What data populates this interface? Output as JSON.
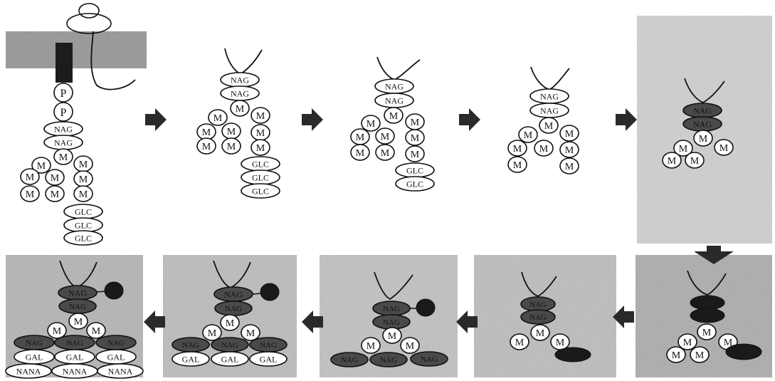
{
  "labels": {
    "p": "P",
    "nag": "NAG",
    "m": "M",
    "glc": "GLC",
    "gal": "GAL",
    "nana": "NANA"
  },
  "colors": {
    "membrane": "#8e8e8e",
    "anchor": "#1c1c1c",
    "panel_shade": "#b9b9b9",
    "dark_sugar": "#4a4a4a",
    "ink": "#111111",
    "background": "#ffffff"
  },
  "icons": {
    "step_arrow": "right-arrow-icon",
    "step_arrow_reverse": "left-arrow-icon",
    "step_arrow_down": "down-arrow-icon",
    "fucose": "filled-circle-icon",
    "dark_glycan": "filled-ellipse-icon"
  }
}
